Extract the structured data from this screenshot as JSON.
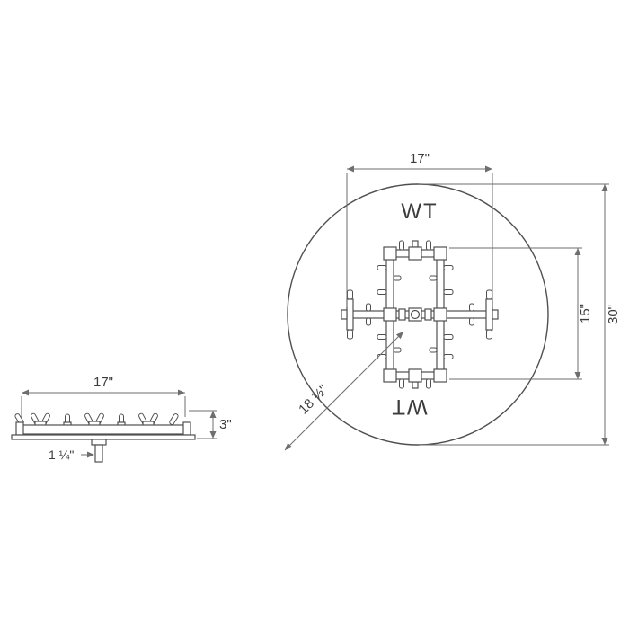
{
  "drawing": {
    "brand_top": "WT",
    "brand_bottom": "WT"
  },
  "top_view": {
    "dim_width": "17\"",
    "dim_inner_height": "15\"",
    "dim_plate_diameter": "30\"",
    "dim_diagonal": "18 ½\""
  },
  "side_view": {
    "dim_width": "17\"",
    "dim_height": "3\"",
    "dim_pipe": "1 ¼\""
  },
  "colors": {
    "line": "#4f4f4f",
    "dim_line": "#6e6e6e",
    "text": "#3c3c3c",
    "background": "#ffffff"
  }
}
